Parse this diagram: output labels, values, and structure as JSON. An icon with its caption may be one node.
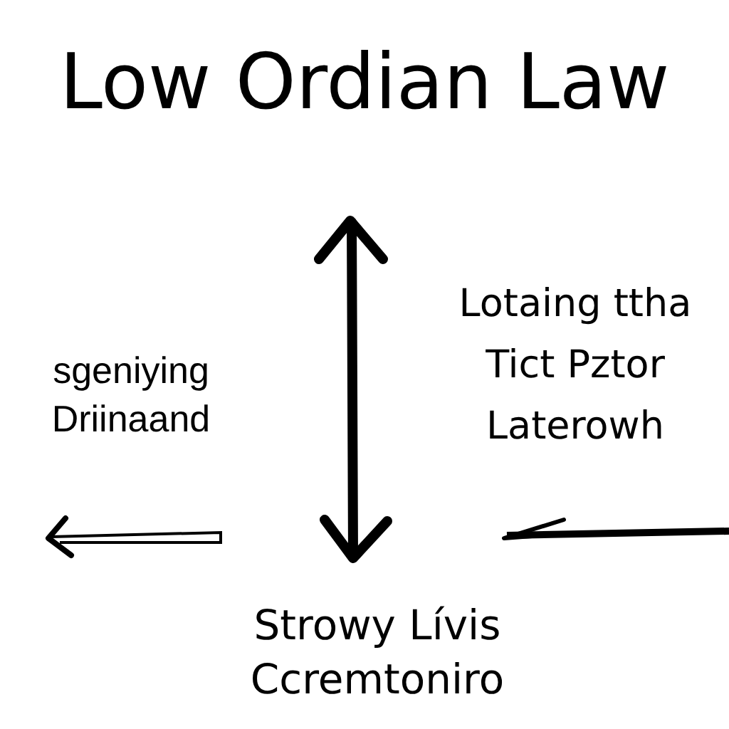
{
  "diagram": {
    "title": "Low Ordian Law",
    "labels": [
      "sgeniying Driinaand",
      "Lotaing ttha Tict Pztor Laterowh",
      "Strowy Lívis Ccremtoniro"
    ]
  }
}
